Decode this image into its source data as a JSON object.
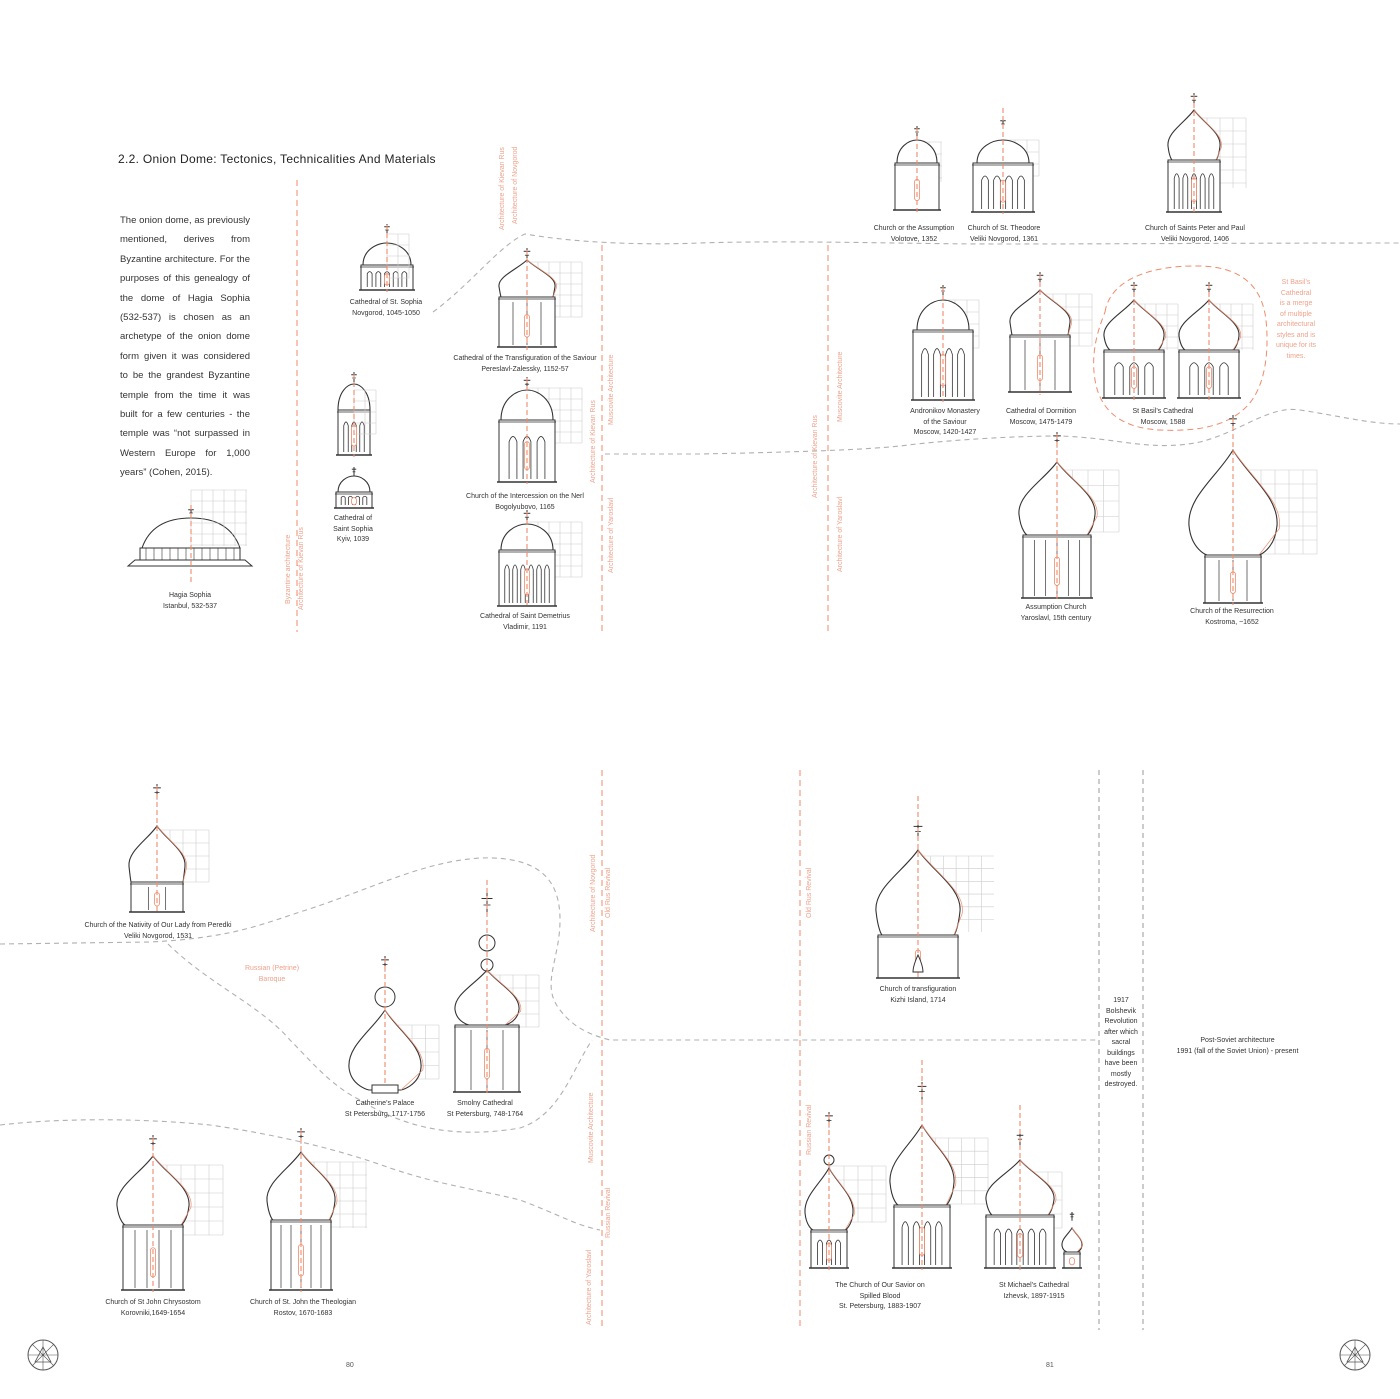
{
  "title": "2.2. Onion Dome: Tectonics, Technicalities And Materials",
  "intro": "The onion dome, as previously mentioned, derives from Byzantine architecture. For the purposes of this genealogy of the dome of Hagia Sophia (532-537) is chosen as an archetype of the onion dome form given it was considered to be the grandest Byzantine temple from the time it was built for a few centuries - the temple was “not surpassed in Western Europe for 1,000 years” (Cohen, 2015).",
  "page_numbers": {
    "left": "80",
    "right": "81"
  },
  "buildings": [
    {
      "id": "hagia-sophia",
      "name": "Hagia Sophia",
      "place": "Istanbul, 532-537"
    },
    {
      "id": "st-sophia-novgorod",
      "name": "Cathedral of St. Sophia",
      "place": "Novgorod, 1045-1050"
    },
    {
      "id": "st-sophia-kyiv-a",
      "name": "Cathedral of",
      "place": "Saint Sophia",
      "extra": "Kyiv, 1039"
    },
    {
      "id": "transfiguration-pereslavl",
      "name": "Cathedral of the Transfiguration of the Saviour",
      "place": "Pereslavl-Zalessky, 1152-57"
    },
    {
      "id": "intercession-nerl",
      "name": "Church of the Intercession on the Nerl",
      "place": "Bogolyubovo, 1165"
    },
    {
      "id": "saint-demetrius",
      "name": "Cathedral of Saint Demetrius",
      "place": "Vladimir, 1191"
    },
    {
      "id": "assumption-volotovo",
      "name": "Church or the Assumption",
      "place": "Volotove, 1352"
    },
    {
      "id": "st-theodore",
      "name": "Church of St. Theodore",
      "place": "Veliki Novgorod, 1361"
    },
    {
      "id": "peter-paul",
      "name": "Church of Saints Peter and Paul",
      "place": "Veliki Novgorod, 1406"
    },
    {
      "id": "andronikov",
      "name": "Andronikov Monastery",
      "place": "of the Saviour",
      "extra": "Moscow, 1420-1427"
    },
    {
      "id": "dormition",
      "name": "Cathedral of Dormition",
      "place": "Moscow, 1475-1479"
    },
    {
      "id": "st-basil",
      "name": "St Basil’s Cathedral",
      "place": "Moscow, 1588"
    },
    {
      "id": "assumption-yaroslavl",
      "name": "Assumption Church",
      "place": "Yaroslavl, 15th century"
    },
    {
      "id": "resurrection-kostroma",
      "name": "Church of the Resurrection",
      "place": "Kostroma, ~1652"
    },
    {
      "id": "nativity-peredki",
      "name": "Church of the Nativity of Our Lady from Peredki",
      "place": "Veliki Novgorod, 1531"
    },
    {
      "id": "catherines-palace",
      "name": "Catherine’s Palace",
      "place": "St Petersburg, 1717-1756"
    },
    {
      "id": "smolny",
      "name": "Smolny Cathedral",
      "place": "St Petersburg, 748-1764"
    },
    {
      "id": "john-chrysostom",
      "name": "Church of St John Chrysostom",
      "place": "Korovniki,1649-1654"
    },
    {
      "id": "john-theologian",
      "name": "Church of St. John the Theologian",
      "place": "Rostov, 1670-1683"
    },
    {
      "id": "transfiguration-kizhi",
      "name": "Church of transfiguration",
      "place": "Kizhi Island, 1714"
    },
    {
      "id": "spilled-blood",
      "name": "The Church of Our Savior on",
      "place": "Spilled Blood",
      "extra": "St. Petersburg, 1883-1907"
    },
    {
      "id": "st-michael",
      "name": "St Michael’s Cathedral",
      "place": "Izhevsk, 1897-1915"
    }
  ],
  "style_labels": [
    "Byzantine architecture",
    "Architecture of Kievan Rus",
    "Architecture of Kievan Rus",
    "Architecture of Novgorod",
    "Muscovite Architecture",
    "Architecture of Kievan Rus",
    "Architecture of Yaroslavl",
    "Architecture of Kievan Rus",
    "Muscovite Architecture",
    "Architecture of Yaroslavl",
    "Architecture of Novgorod",
    "Old Rus Revival",
    "Muscovite Architecture",
    "Russian Revival",
    "Architecture of Yaroslavl",
    "Old Rus Revival",
    "Russian Revival"
  ],
  "notes": {
    "st_basil": [
      "St Basil’s",
      "Cathedral",
      "is a merge",
      "of multiple",
      "architectural",
      "styles and is",
      "unique for its",
      "times."
    ],
    "petrine": [
      "Russian (Petrine)",
      "Baroque"
    ]
  },
  "revolution": [
    "1917",
    "Bolshevik",
    "Revolution",
    "after which",
    "sacral",
    "buildings",
    "have been",
    "mostly",
    "destroyed."
  ],
  "post_soviet": [
    "Post-Soviet architecture",
    "1991 (fall of the Soviet Union) - present"
  ],
  "colors": {
    "accent": "#f08a6a",
    "line": "#333333",
    "grid": "#cccccc",
    "path": "#b0b0b0"
  }
}
